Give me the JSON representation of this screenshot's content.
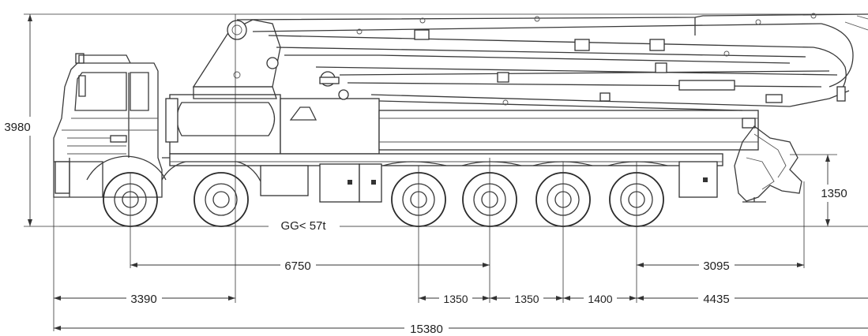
{
  "dimensions": {
    "overall_height": "3980",
    "overall_length": "15380",
    "front_to_kingpin": "3390",
    "axle_span": "6750",
    "rear_overhang": "3095",
    "axle_gap_1": "1350",
    "axle_gap_2": "1350",
    "axle_gap_3": "1400",
    "rear_to_end": "4435",
    "outrigger_height": "1350"
  },
  "weight_label": "GG< 57t"
}
